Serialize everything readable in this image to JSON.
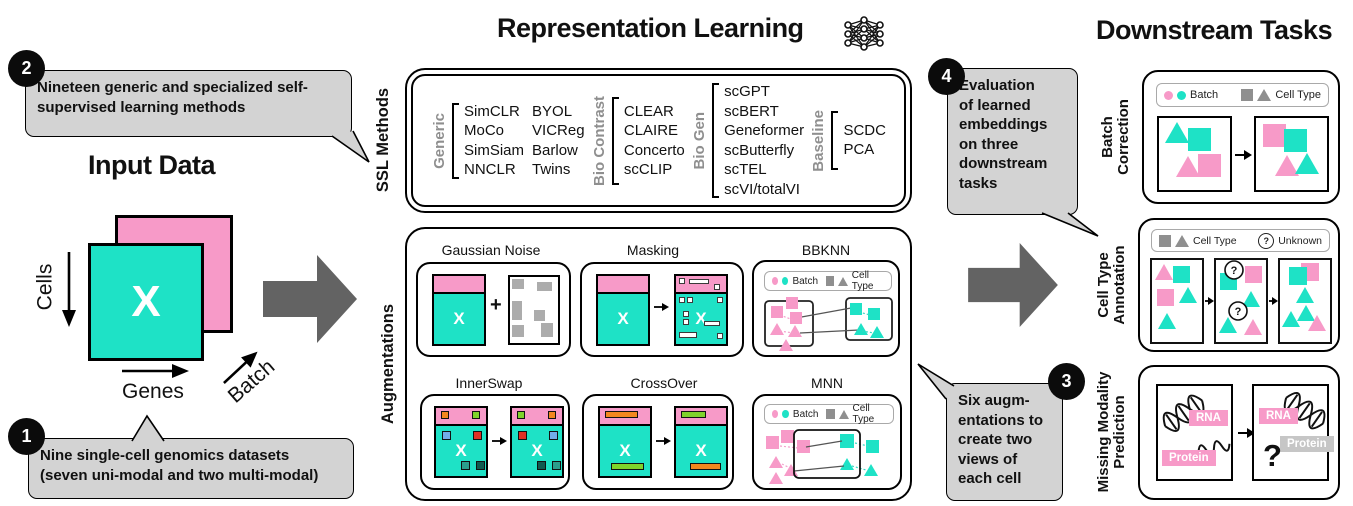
{
  "colors": {
    "pink": "#F79AC8",
    "teal": "#1EE2C6",
    "callout_gray": "#D3D3D3",
    "arrow_gray": "#636363",
    "legend_gray": "#8F8F8F"
  },
  "input": {
    "title": "Input Data",
    "cells_label": "Cells",
    "genes_label": "Genes",
    "batch_label": "Batch",
    "matrix_x": "X"
  },
  "representation": {
    "title": "Representation Learning"
  },
  "downstream_title": "Downstream Tasks",
  "callouts": {
    "c1": {
      "number": "1",
      "text": "Nine single-cell genomics datasets\n(seven uni-modal and two multi-modal)"
    },
    "c2": {
      "number": "2",
      "text": " Nineteen generic and specialized self-\nsupervised learning methods"
    },
    "c3": {
      "number": "3",
      "text": "Six augm-\nentations to\ncreate two\nviews of\neach cell"
    },
    "c4": {
      "number": "4",
      "text": " Evaluation\nof learned\nembeddings\non three\ndownstream\ntasks"
    }
  },
  "ssl": {
    "side_label": "SSL Methods",
    "generic": {
      "label": "Generic",
      "col1": [
        "SimCLR",
        "MoCo",
        "SimSiam",
        "NNCLR"
      ],
      "col2": [
        "BYOL",
        "VICReg",
        "Barlow",
        "Twins"
      ]
    },
    "bio_contrast": {
      "label": "Bio Contrast",
      "items": [
        "CLEAR",
        "CLAIRE",
        "Concerto",
        "scCLIP"
      ]
    },
    "bio_gen": {
      "label": "Bio Gen",
      "items": [
        "scGPT",
        "scBERT",
        "Geneformer",
        "scButterfly",
        "scTEL",
        "scVI/totalVI"
      ]
    },
    "baseline": {
      "label": "Baseline",
      "items": [
        "SCDC",
        "PCA"
      ]
    }
  },
  "aug": {
    "side_label": "Augmentations",
    "gaussian_title": "Gaussian Noise",
    "masking_title": "Masking",
    "bbknn_title": "BBKNN",
    "innerswap_title": "InnerSwap",
    "crossover_title": "CrossOver",
    "mnn_title": "MNN",
    "plus": "+",
    "matrix_x": "X"
  },
  "legend": {
    "batch": "Batch",
    "cell_type": "Cell Type",
    "unknown": "Unknown",
    "q": "?"
  },
  "tasks": {
    "batch_correction_label": "Batch\nCorrection",
    "cell_type_label": "Cell Type\nAnnotation",
    "missing_modality_label": "Missing Modality\nPrediction",
    "rna": "RNA",
    "protein": "Protein",
    "question_mark": "?"
  }
}
